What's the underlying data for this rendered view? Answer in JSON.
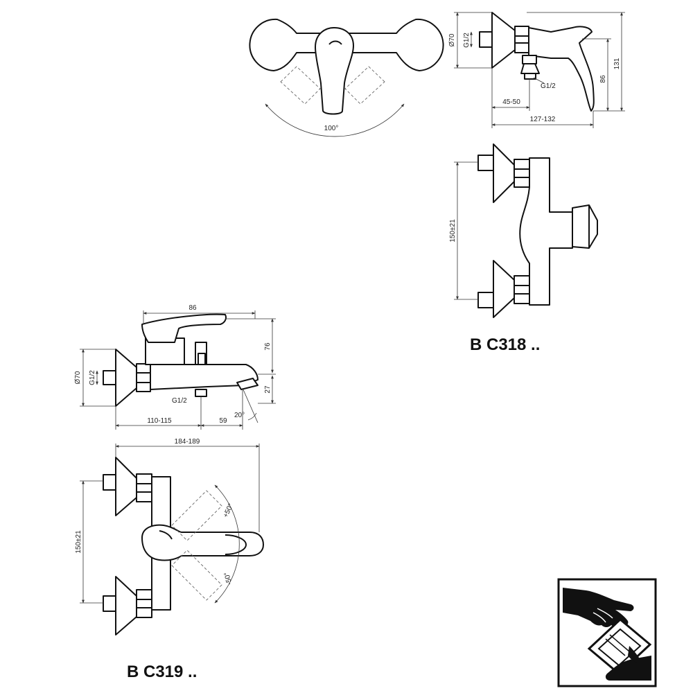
{
  "drawings": {
    "top_view_c318": {
      "angle": "100°"
    },
    "side_view_c318": {
      "diameter": "Ø70",
      "thread_inlet": "G1/2",
      "thread_outlet": "G1/2",
      "height_total": "131",
      "height_lever": "86",
      "depth_outlet": "45-50",
      "depth_total": "127-132"
    },
    "front_view_c318": {
      "spacing": "150±21"
    },
    "side_view_c319": {
      "diameter": "Ø70",
      "thread_inlet": "G1/2",
      "thread_outlet": "G1/2",
      "lever_length": "86",
      "height_top": "76",
      "height_spout": "27",
      "depth_body": "110-115",
      "depth_spout": "59",
      "spout_angle": "20°"
    },
    "front_view_c319": {
      "width_total": "184-189",
      "spacing": "150±21",
      "angle_up": "+50°",
      "angle_down": "-50°"
    }
  },
  "models": {
    "c318": "B C318 ..",
    "c319": "B C319 .."
  },
  "pictogram": {
    "icon": "handover-documents-icon"
  }
}
